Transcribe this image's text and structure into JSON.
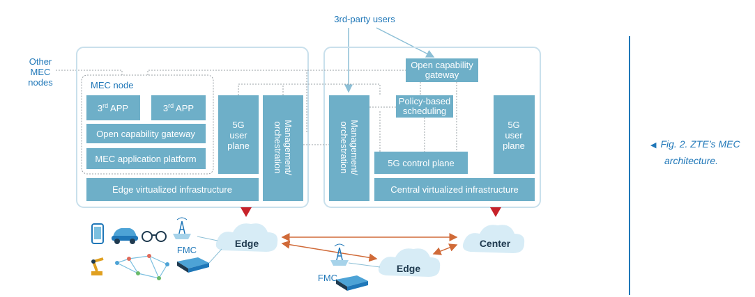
{
  "diagram": {
    "third_party_users": "3rd-party users",
    "other_mec_nodes": [
      "Other",
      "MEC",
      "nodes"
    ],
    "mec_node_label": "MEC node",
    "app_boxes": [
      {
        "base": "3",
        "sup": "rd",
        "rest": " APP"
      },
      {
        "base": "3",
        "sup": "rd",
        "rest": " APP"
      }
    ],
    "edge_left": {
      "open_capability_gateway": "Open capability gateway",
      "mec_application_platform": "MEC application platform",
      "user_plane": [
        "5G",
        "user",
        "plane"
      ],
      "management": [
        "Management/",
        "orchestration"
      ],
      "edge_virtualized_infrastructure": "Edge virtualized infrastructure"
    },
    "center_right": {
      "management": [
        "Management/",
        "orchestration"
      ],
      "open_capability_gateway": [
        "Open capability",
        "gateway"
      ],
      "policy_scheduling": [
        "Policy-based",
        "scheduling"
      ],
      "control_plane": "5G control plane",
      "user_plane": [
        "5G",
        "user",
        "plane"
      ],
      "central_virtualized_infrastructure": "Central virtualized infrastructure"
    },
    "clouds": {
      "edge1": "Edge",
      "edge2": "Edge",
      "center": "Center"
    },
    "fmc_labels": [
      "FMC",
      "FMC"
    ]
  },
  "caption": {
    "line1": "Fig. 2. ZTE’s MEC",
    "line2": "architecture."
  },
  "colors": {
    "box": "#6eafc8",
    "accent": "#1f77b8",
    "border": "#c9e0ec",
    "arrow": "#d06a38",
    "pointer": "#c7222a"
  }
}
